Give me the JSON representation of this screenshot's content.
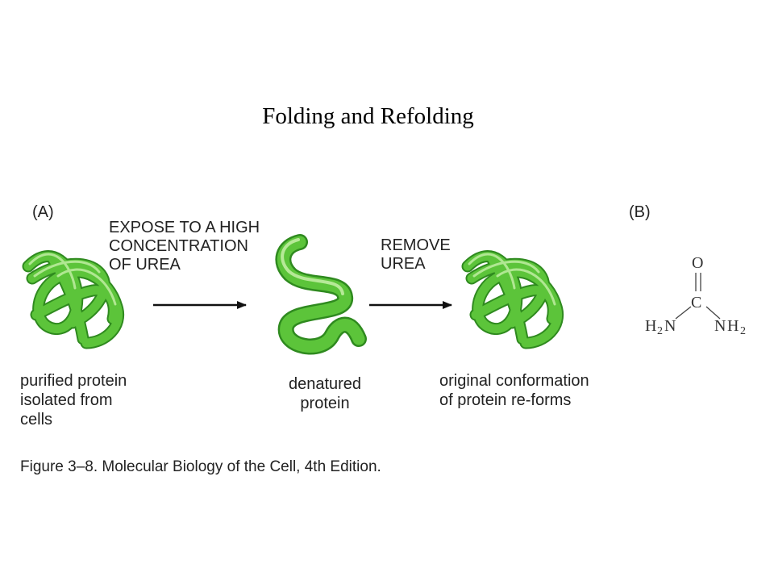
{
  "title": "Folding and Refolding",
  "panel_a": "(A)",
  "panel_b": "(B)",
  "step1": [
    "EXPOSE TO A HIGH",
    "CONCENTRATION",
    "OF UREA"
  ],
  "step2": [
    "REMOVE",
    "UREA"
  ],
  "label_folded": [
    "purified protein",
    "isolated from",
    "cells"
  ],
  "label_denatured": [
    "denatured",
    "protein"
  ],
  "label_refolded": [
    "original conformation",
    "of protein re-forms"
  ],
  "urea": {
    "o": "O",
    "c": "C",
    "n": "N",
    "h": "H",
    "sub": "2"
  },
  "caption": "Figure 3–8. Molecular Biology of the Cell, 4th Edition.",
  "colors": {
    "protein": "#5cc43a",
    "protein_dark": "#2f8a1f",
    "protein_light": "#c6f0a8"
  }
}
